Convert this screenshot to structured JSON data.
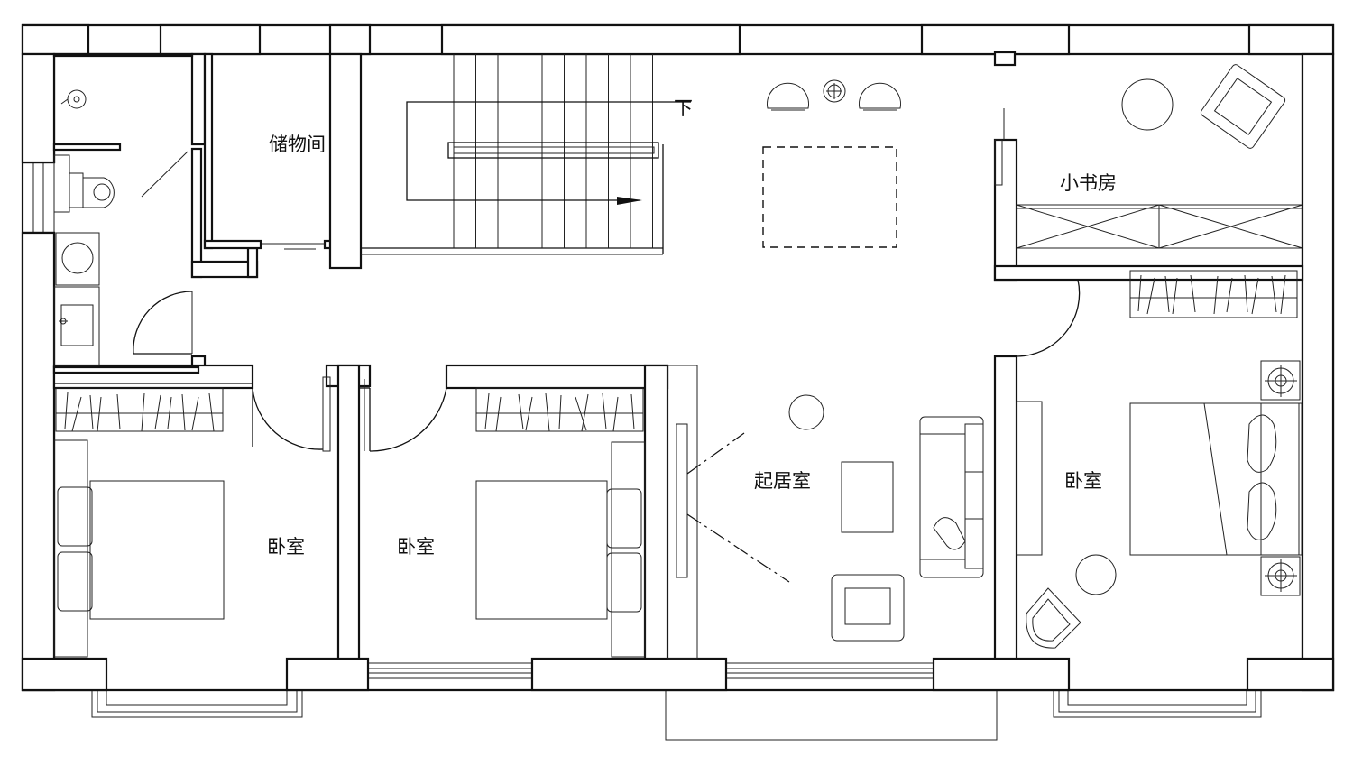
{
  "floor_plan": {
    "rooms": [
      {
        "label": "储物间"
      },
      {
        "label": "小书房"
      },
      {
        "label": "起居室"
      },
      {
        "label": "卧室"
      },
      {
        "label": "卧室"
      },
      {
        "label": "卧室"
      }
    ],
    "stair_direction_label": "下"
  }
}
